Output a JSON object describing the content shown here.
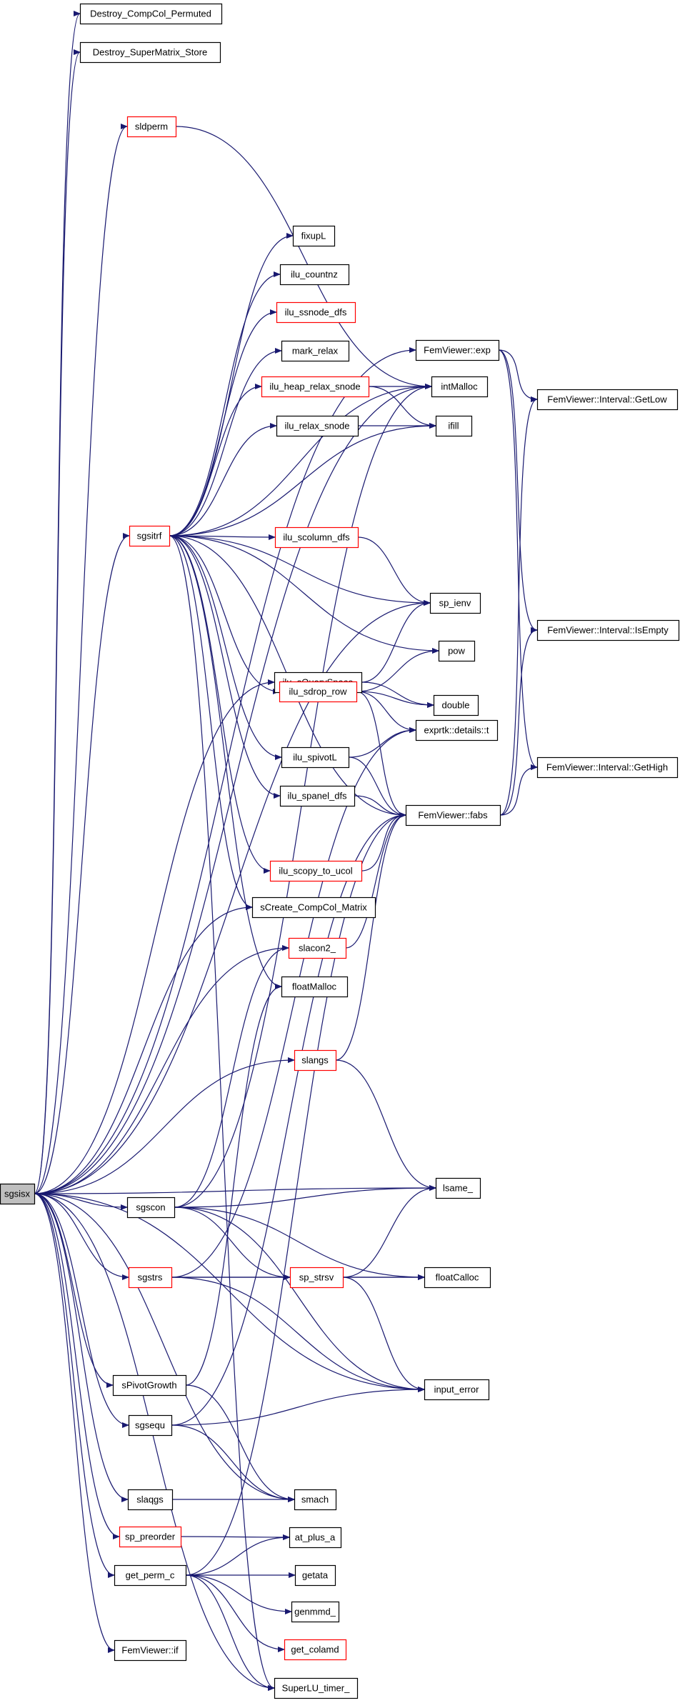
{
  "colors": {
    "edge": "#191970",
    "node_border_default": "#000000",
    "node_border_truncated": "#ff0000",
    "node_fill": "#ffffff",
    "root_fill": "#bfbfbf",
    "text": "#000000"
  },
  "nodes": [
    {
      "id": "sgsisx",
      "label": "sgsisx",
      "kind": "root"
    },
    {
      "id": "destroy_compcol_permuted",
      "label": "Destroy_CompCol_Permuted",
      "kind": "normal"
    },
    {
      "id": "destroy_supermatrix_store",
      "label": "Destroy_SuperMatrix_Store",
      "kind": "normal"
    },
    {
      "id": "sldperm",
      "label": "sldperm",
      "kind": "truncated"
    },
    {
      "id": "fixupl",
      "label": "fixupL",
      "kind": "normal"
    },
    {
      "id": "ilu_countnz",
      "label": "ilu_countnz",
      "kind": "normal"
    },
    {
      "id": "ilu_ssnode_dfs",
      "label": "ilu_ssnode_dfs",
      "kind": "truncated"
    },
    {
      "id": "mark_relax",
      "label": "mark_relax",
      "kind": "normal"
    },
    {
      "id": "femviewer_exp",
      "label": "FemViewer::exp",
      "kind": "normal"
    },
    {
      "id": "intmalloc",
      "label": "intMalloc",
      "kind": "normal"
    },
    {
      "id": "ilu_heap_relax_snode",
      "label": "ilu_heap_relax_snode",
      "kind": "truncated"
    },
    {
      "id": "interval_getlow",
      "label": "FemViewer::Interval::GetLow",
      "kind": "normal"
    },
    {
      "id": "ilu_relax_snode",
      "label": "ilu_relax_snode",
      "kind": "normal"
    },
    {
      "id": "ifill",
      "label": "ifill",
      "kind": "normal"
    },
    {
      "id": "sgsitrf",
      "label": "sgsitrf",
      "kind": "truncated"
    },
    {
      "id": "ilu_scolumn_dfs",
      "label": "ilu_scolumn_dfs",
      "kind": "truncated"
    },
    {
      "id": "sp_ienv",
      "label": "sp_ienv",
      "kind": "normal"
    },
    {
      "id": "interval_isempty",
      "label": "FemViewer::Interval::IsEmpty",
      "kind": "normal"
    },
    {
      "id": "pow",
      "label": "pow",
      "kind": "normal"
    },
    {
      "id": "ilu_squeryspace",
      "label": "ilu_sQuerySpace",
      "kind": "normal"
    },
    {
      "id": "ilu_sdrop_row",
      "label": "ilu_sdrop_row",
      "kind": "truncated"
    },
    {
      "id": "double",
      "label": "double",
      "kind": "normal"
    },
    {
      "id": "ilu_spivotl",
      "label": "ilu_spivotL",
      "kind": "normal"
    },
    {
      "id": "exprtk_details_t",
      "label": "exprtk::details::t",
      "kind": "normal"
    },
    {
      "id": "interval_gethigh",
      "label": "FemViewer::Interval::GetHigh",
      "kind": "normal"
    },
    {
      "id": "ilu_spanel_dfs",
      "label": "ilu_spanel_dfs",
      "kind": "normal"
    },
    {
      "id": "femviewer_fabs",
      "label": "FemViewer::fabs",
      "kind": "normal"
    },
    {
      "id": "ilu_scopy_to_ucol",
      "label": "ilu_scopy_to_ucol",
      "kind": "truncated"
    },
    {
      "id": "screate_compcol_matrix",
      "label": "sCreate_CompCol_Matrix",
      "kind": "normal"
    },
    {
      "id": "slacon2",
      "label": "slacon2_",
      "kind": "truncated"
    },
    {
      "id": "floatmalloc",
      "label": "floatMalloc",
      "kind": "normal"
    },
    {
      "id": "slangs",
      "label": "slangs",
      "kind": "truncated"
    },
    {
      "id": "lsame",
      "label": "lsame_",
      "kind": "normal"
    },
    {
      "id": "sgscon",
      "label": "sgscon",
      "kind": "normal"
    },
    {
      "id": "sgstrs",
      "label": "sgstrs",
      "kind": "truncated"
    },
    {
      "id": "sp_strsv",
      "label": "sp_strsv",
      "kind": "truncated"
    },
    {
      "id": "floatcalloc",
      "label": "floatCalloc",
      "kind": "normal"
    },
    {
      "id": "spivotgrowth",
      "label": "sPivotGrowth",
      "kind": "normal"
    },
    {
      "id": "input_error",
      "label": "input_error",
      "kind": "normal"
    },
    {
      "id": "sgsequ",
      "label": "sgsequ",
      "kind": "normal"
    },
    {
      "id": "slaqgs",
      "label": "slaqgs",
      "kind": "normal"
    },
    {
      "id": "smach",
      "label": "smach",
      "kind": "normal"
    },
    {
      "id": "sp_preorder",
      "label": "sp_preorder",
      "kind": "truncated"
    },
    {
      "id": "at_plus_a",
      "label": "at_plus_a",
      "kind": "normal"
    },
    {
      "id": "get_perm_c",
      "label": "get_perm_c",
      "kind": "normal"
    },
    {
      "id": "getata",
      "label": "getata",
      "kind": "normal"
    },
    {
      "id": "genmmd",
      "label": "genmmd_",
      "kind": "normal"
    },
    {
      "id": "get_colamd",
      "label": "get_colamd",
      "kind": "truncated"
    },
    {
      "id": "femviewer_if",
      "label": "FemViewer::if",
      "kind": "normal"
    },
    {
      "id": "superlu_timer",
      "label": "SuperLU_timer_",
      "kind": "normal"
    }
  ],
  "edges": [
    [
      "sgsisx",
      "destroy_compcol_permuted"
    ],
    [
      "sgsisx",
      "destroy_supermatrix_store"
    ],
    [
      "sgsisx",
      "sldperm"
    ],
    [
      "sgsisx",
      "femviewer_exp"
    ],
    [
      "sgsisx",
      "intmalloc"
    ],
    [
      "sgsisx",
      "sgsitrf"
    ],
    [
      "sgsisx",
      "sp_ienv"
    ],
    [
      "sgsisx",
      "ilu_squeryspace"
    ],
    [
      "sgsisx",
      "screate_compcol_matrix"
    ],
    [
      "sgsisx",
      "slacon2"
    ],
    [
      "sgsisx",
      "slangs"
    ],
    [
      "sgsisx",
      "lsame"
    ],
    [
      "sgsisx",
      "sgscon"
    ],
    [
      "sgsisx",
      "sgstrs"
    ],
    [
      "sgsisx",
      "spivotgrowth"
    ],
    [
      "sgsisx",
      "input_error"
    ],
    [
      "sgsisx",
      "sgsequ"
    ],
    [
      "sgsisx",
      "smach"
    ],
    [
      "sgsisx",
      "slaqgs"
    ],
    [
      "sgsisx",
      "sp_preorder"
    ],
    [
      "sgsisx",
      "get_perm_c"
    ],
    [
      "sgsisx",
      "femviewer_if"
    ],
    [
      "sgsisx",
      "superlu_timer"
    ],
    [
      "sldperm",
      "intmalloc"
    ],
    [
      "sgsitrf",
      "intmalloc"
    ],
    [
      "sgsitrf",
      "fixupl"
    ],
    [
      "sgsitrf",
      "ilu_countnz"
    ],
    [
      "sgsitrf",
      "ilu_ssnode_dfs"
    ],
    [
      "sgsitrf",
      "mark_relax"
    ],
    [
      "sgsitrf",
      "ilu_heap_relax_snode"
    ],
    [
      "sgsitrf",
      "ilu_relax_snode"
    ],
    [
      "sgsitrf",
      "ifill"
    ],
    [
      "sgsitrf",
      "ilu_scolumn_dfs"
    ],
    [
      "sgsitrf",
      "sp_ienv"
    ],
    [
      "sgsitrf",
      "pow"
    ],
    [
      "sgsitrf",
      "ilu_sdrop_row"
    ],
    [
      "sgsitrf",
      "ilu_spivotl"
    ],
    [
      "sgsitrf",
      "ilu_spanel_dfs"
    ],
    [
      "sgsitrf",
      "femviewer_fabs"
    ],
    [
      "sgsitrf",
      "ilu_scopy_to_ucol"
    ],
    [
      "sgsitrf",
      "screate_compcol_matrix"
    ],
    [
      "sgsitrf",
      "floatmalloc"
    ],
    [
      "sgsitrf",
      "superlu_timer"
    ],
    [
      "ilu_heap_relax_snode",
      "intmalloc"
    ],
    [
      "ilu_heap_relax_snode",
      "ifill"
    ],
    [
      "ilu_relax_snode",
      "ifill"
    ],
    [
      "femviewer_exp",
      "interval_getlow"
    ],
    [
      "femviewer_exp",
      "interval_isempty"
    ],
    [
      "femviewer_exp",
      "interval_gethigh"
    ],
    [
      "ilu_scolumn_dfs",
      "sp_ienv"
    ],
    [
      "ilu_squeryspace",
      "sp_ienv"
    ],
    [
      "ilu_squeryspace",
      "double"
    ],
    [
      "ilu_sdrop_row",
      "pow"
    ],
    [
      "ilu_sdrop_row",
      "double"
    ],
    [
      "ilu_sdrop_row",
      "exprtk_details_t"
    ],
    [
      "ilu_sdrop_row",
      "femviewer_fabs"
    ],
    [
      "ilu_spivotl",
      "exprtk_details_t"
    ],
    [
      "ilu_spivotl",
      "femviewer_fabs"
    ],
    [
      "ilu_spanel_dfs",
      "femviewer_fabs"
    ],
    [
      "ilu_scopy_to_ucol",
      "femviewer_fabs"
    ],
    [
      "femviewer_fabs",
      "interval_getlow"
    ],
    [
      "femviewer_fabs",
      "interval_isempty"
    ],
    [
      "femviewer_fabs",
      "interval_gethigh"
    ],
    [
      "slacon2",
      "femviewer_fabs"
    ],
    [
      "slangs",
      "femviewer_fabs"
    ],
    [
      "slangs",
      "lsame"
    ],
    [
      "sgscon",
      "intmalloc"
    ],
    [
      "sgscon",
      "slacon2"
    ],
    [
      "sgscon",
      "lsame"
    ],
    [
      "sgscon",
      "sp_strsv"
    ],
    [
      "sgscon",
      "floatcalloc"
    ],
    [
      "sgscon",
      "input_error"
    ],
    [
      "sgstrs",
      "exprtk_details_t"
    ],
    [
      "sgstrs",
      "sp_strsv"
    ],
    [
      "sgstrs",
      "floatcalloc"
    ],
    [
      "sgstrs",
      "input_error"
    ],
    [
      "sp_strsv",
      "lsame"
    ],
    [
      "sp_strsv",
      "floatcalloc"
    ],
    [
      "sp_strsv",
      "input_error"
    ],
    [
      "spivotgrowth",
      "floatmalloc"
    ],
    [
      "spivotgrowth",
      "smach"
    ],
    [
      "sgsequ",
      "femviewer_fabs"
    ],
    [
      "sgsequ",
      "input_error"
    ],
    [
      "sgsequ",
      "smach"
    ],
    [
      "slaqgs",
      "smach"
    ],
    [
      "sp_preorder",
      "at_plus_a"
    ],
    [
      "get_perm_c",
      "at_plus_a"
    ],
    [
      "get_perm_c",
      "getata"
    ],
    [
      "get_perm_c",
      "genmmd"
    ],
    [
      "get_perm_c",
      "get_colamd"
    ],
    [
      "get_perm_c",
      "superlu_timer"
    ],
    [
      "get_perm_c",
      "femviewer_fabs"
    ]
  ]
}
